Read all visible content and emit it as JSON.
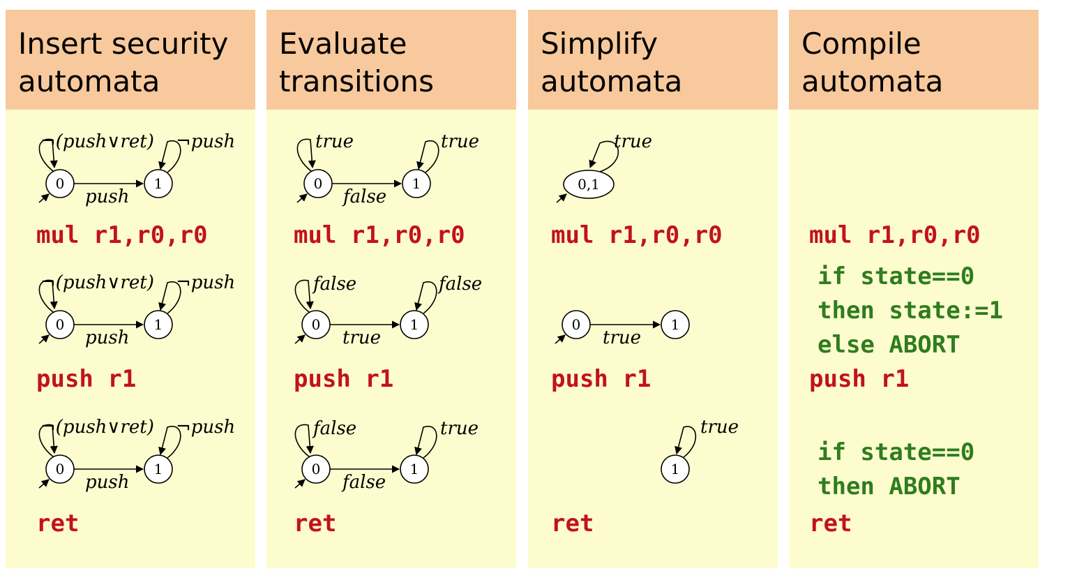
{
  "columns": [
    {
      "title": "Insert security\nautomata"
    },
    {
      "title": "Evaluate\ntransitions"
    },
    {
      "title": "Simplify\nautomata"
    },
    {
      "title": "Compile\nautomata"
    }
  ],
  "code": {
    "mul": "mul r1,r0,r0",
    "push": "push r1",
    "ret": "ret",
    "if0": "if state==0",
    "then1": "then state:=1",
    "else": "else ABORT",
    "thenAbort": "then ABORT"
  },
  "automata": {
    "c1": {
      "loop0": "¬(push∨ret)",
      "loop1": "¬push",
      "edge": "push"
    },
    "c2r1": {
      "loop0": "true",
      "loop1": "true",
      "edge": "false"
    },
    "c2r2": {
      "loop0": "false",
      "loop1": "false",
      "edge": "true"
    },
    "c2r3": {
      "loop0": "false",
      "loop1": "true",
      "edge": "false"
    },
    "c3r1": {
      "loop": "true",
      "state": "0,1"
    },
    "c3r2": {
      "edge": "true"
    },
    "c3r3": {
      "loop": "true"
    }
  },
  "states": {
    "s0": "0",
    "s1": "1"
  }
}
